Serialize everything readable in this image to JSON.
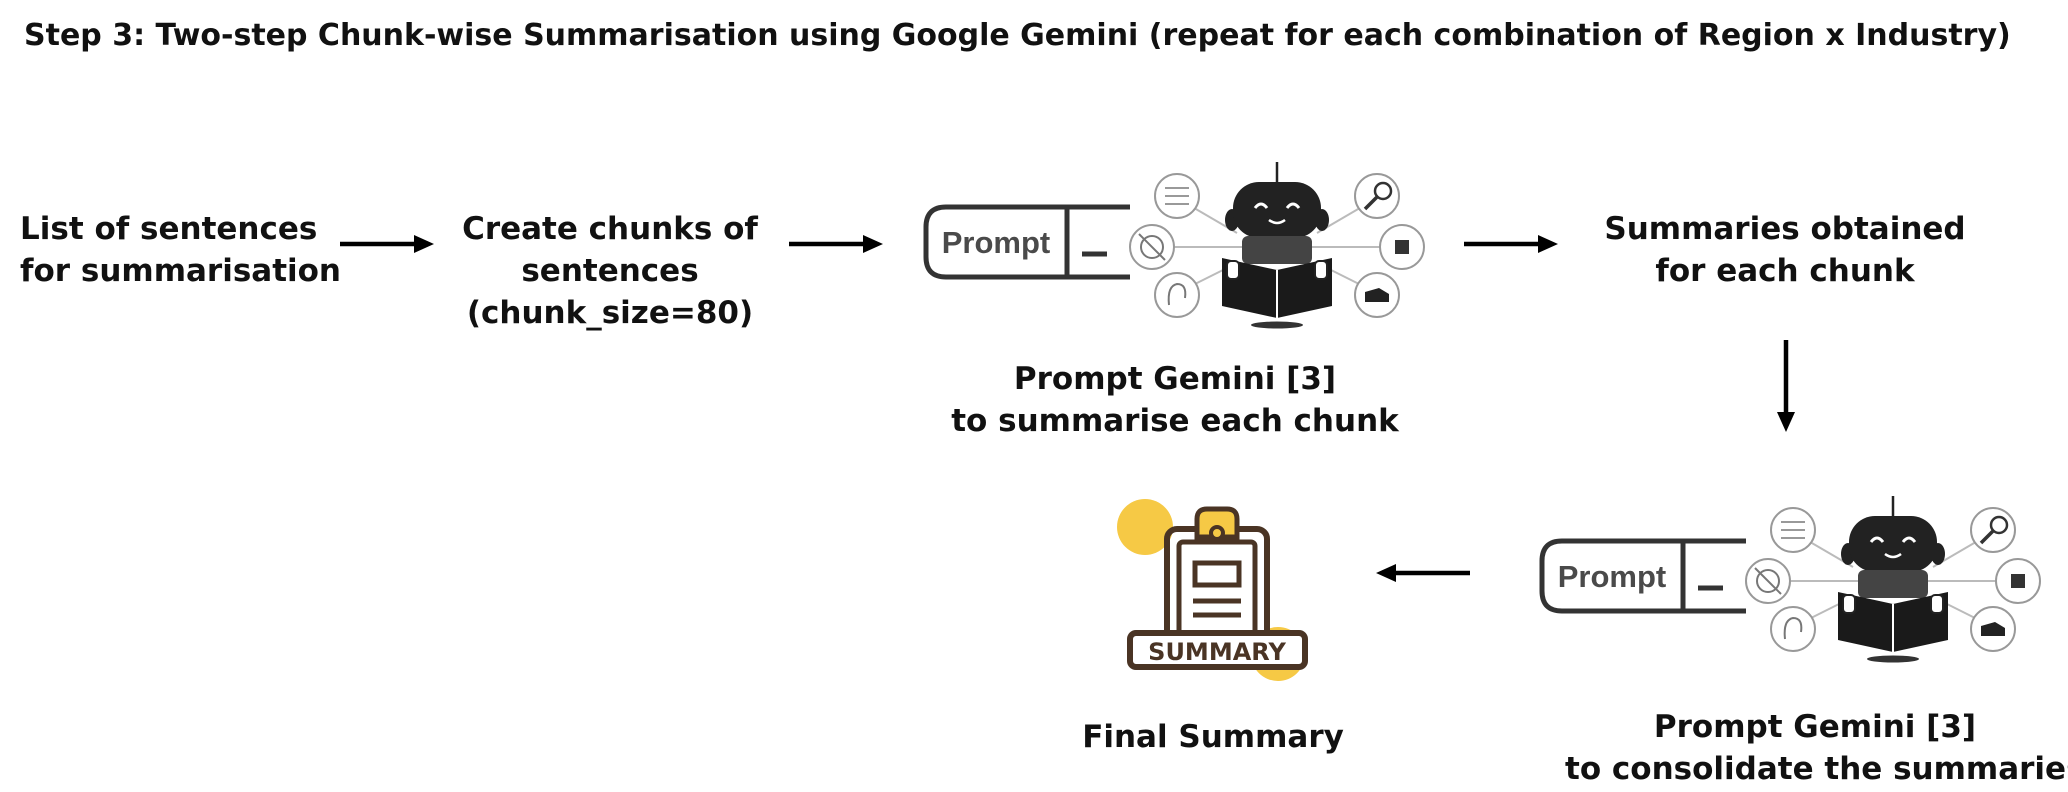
{
  "title": "Step 3: Two-step Chunk-wise Summarisation using Google Gemini (repeat for each combination of Region x Industry)",
  "nodes": {
    "sentences": {
      "lines": [
        "List of sentences",
        "for summarisation"
      ]
    },
    "chunks": {
      "lines": [
        "Create chunks of",
        "sentences",
        "(chunk_size=80)"
      ]
    },
    "prompt1": {
      "button_text": "Prompt",
      "caption": [
        "Prompt Gemini [3]",
        "to summarise each chunk"
      ]
    },
    "summaries": {
      "lines": [
        "Summaries obtained",
        "for each chunk"
      ]
    },
    "prompt2": {
      "button_text": "Prompt",
      "caption": [
        "Prompt Gemini [3]",
        "to consolidate the summaries"
      ]
    },
    "final": {
      "icon_text": "SUMMARY",
      "caption": [
        "Final Summary"
      ]
    }
  },
  "colors": {
    "text": "#111111",
    "arrow": "#000000",
    "icon_outline": "#4a3424",
    "accent_yellow": "#f6c945"
  },
  "icons": [
    "prompt-box-icon",
    "robot-reading-icon",
    "summary-clipboard-icon",
    "arrow-right-icon",
    "arrow-down-icon",
    "arrow-left-icon"
  ]
}
